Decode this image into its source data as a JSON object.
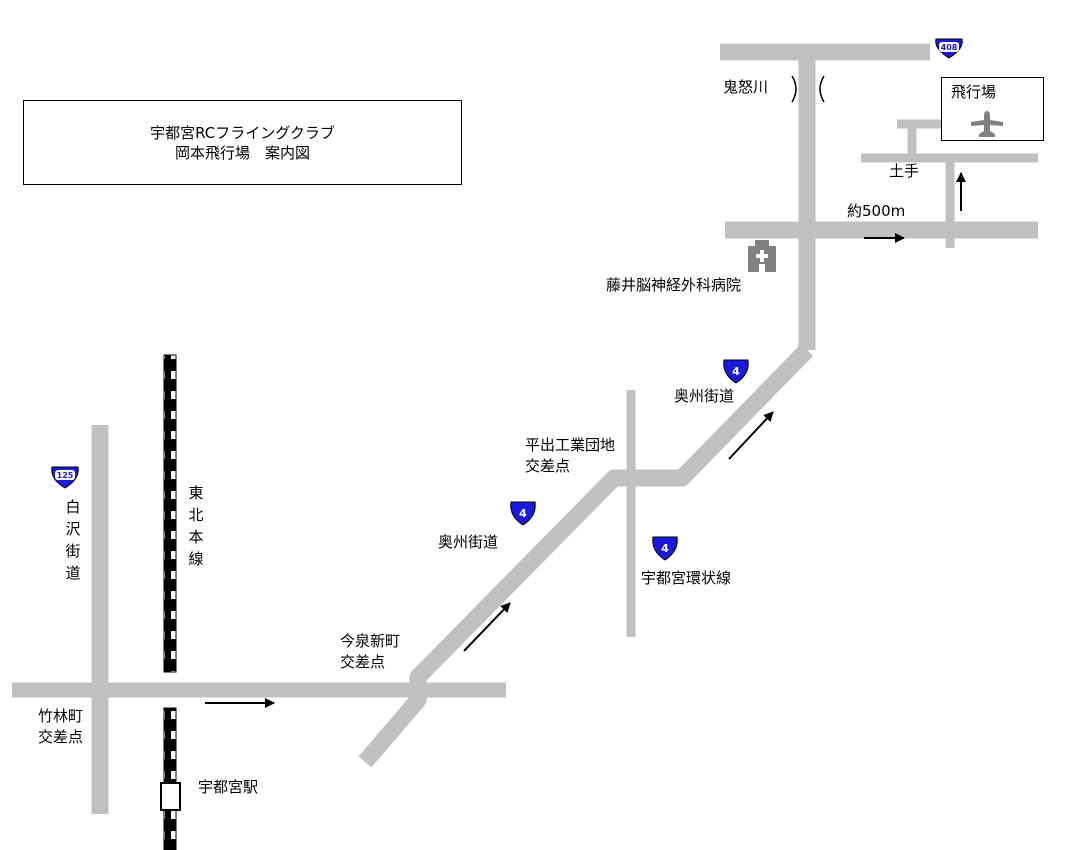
{
  "title": {
    "line1": "宇都宮RCフライングクラブ",
    "line2": "岡本飛行場　案内図"
  },
  "labels": {
    "airfield": "飛行場",
    "embankment": "土手",
    "distance": "約500m",
    "river": "鬼怒川",
    "hospital": "藤井脳神経外科病院",
    "okushu_upper": "奥州街道",
    "hiraide_line1": "平出工業団地",
    "hiraide_line2": "交差点",
    "okushu_lower": "奥州街道",
    "ring_road": "宇都宮環状線",
    "imaizumi_line1": "今泉新町",
    "imaizumi_line2": "交差点",
    "takebayashi_line1": "竹林町",
    "takebayashi_line2": "交差点",
    "station": "宇都宮駅",
    "tohoku": [
      "東",
      "北",
      "本",
      "線"
    ],
    "shirasawa": [
      "白",
      "沢",
      "街",
      "道"
    ]
  },
  "route_shields": [
    {
      "number": "408"
    },
    {
      "number": "4"
    },
    {
      "number": "4"
    },
    {
      "number": "4"
    },
    {
      "number": "125"
    }
  ],
  "colors": {
    "road": "#c0c0c0",
    "shield_fill": "#1a1adc",
    "shield_text": "#ffffff",
    "hospital_icon": "#808080",
    "airplane_icon": "#808080",
    "rail_dark": "#000000",
    "rail_light": "#ffffff"
  },
  "icons": [
    "hospital-icon",
    "airplane-icon",
    "river-bank-icon",
    "route-shield-icon",
    "arrow-icon",
    "station-icon"
  ]
}
